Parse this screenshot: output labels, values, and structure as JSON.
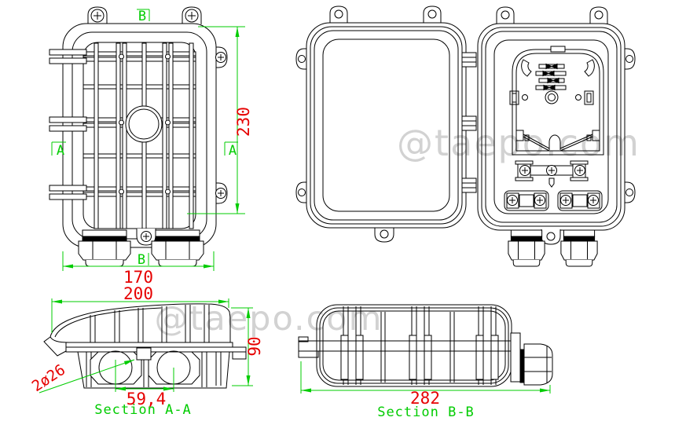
{
  "drawing": {
    "watermark": "@taepo.com",
    "colors": {
      "line": "#000000",
      "dimension_line": "#00cc00",
      "dimension_text": "#e60000",
      "watermark": "#d2d2d2",
      "background": "#ffffff"
    }
  },
  "front_view": {
    "marker_b": "B",
    "marker_a": "A",
    "dim_height": "230",
    "dim_width": "170"
  },
  "section_aa": {
    "label": "Section A-A",
    "dim_width": "200",
    "dim_height": "90",
    "dim_gland_spacing": "59,4",
    "dim_gland_note": "2ø26"
  },
  "section_bb": {
    "label": "Section B-B",
    "dim_length": "282"
  }
}
